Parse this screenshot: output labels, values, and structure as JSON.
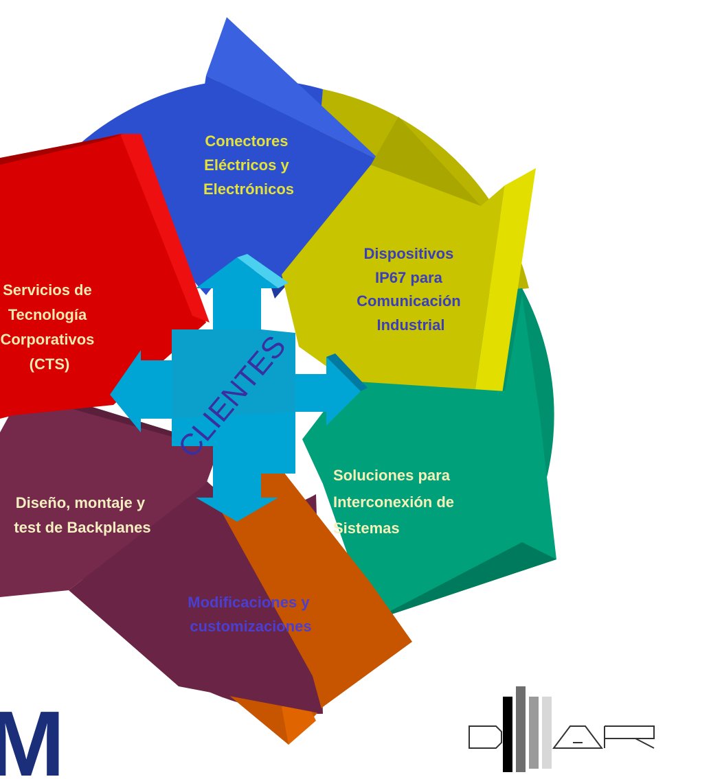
{
  "center": {
    "text": "CLIENTES",
    "color": "#3a2fa0"
  },
  "segments": [
    {
      "id": "conectores",
      "lines": [
        "Conectores",
        "Eléctricos y",
        "Electrónicos"
      ],
      "fill": "#2b4fcf",
      "text_color": "#e4e23a"
    },
    {
      "id": "dispositivos",
      "lines": [
        "Dispositivos",
        "IP67 para",
        "Comunicación",
        "Industrial"
      ],
      "fill": "#c9c400",
      "text_color": "#3a3fb8"
    },
    {
      "id": "soluciones",
      "lines": [
        "Soluciones para",
        "Interconexión de",
        "Sistemas"
      ],
      "fill": "#00a07a",
      "text_color": "#f5f0b8"
    },
    {
      "id": "modificaciones",
      "lines": [
        "Modificaciones y",
        "customizaciones"
      ],
      "fill": "#c75500",
      "text_color": "#4a3fd0"
    },
    {
      "id": "backplanes",
      "lines": [
        "Diseño, montaje y",
        "test de Backplanes"
      ],
      "fill": "#752a4c",
      "text_color": "#f5eec0"
    },
    {
      "id": "cts",
      "lines": [
        "Servicios de",
        "Tecnología",
        "Corporativos",
        "(CTS)"
      ],
      "fill": "#d80000",
      "text_color": "#f0e9b0"
    }
  ],
  "logos": {
    "left_partial": {
      "text": "M",
      "color": "#1b2e7a"
    },
    "right": {
      "text": "DAR",
      "name": "dar-logo"
    }
  }
}
